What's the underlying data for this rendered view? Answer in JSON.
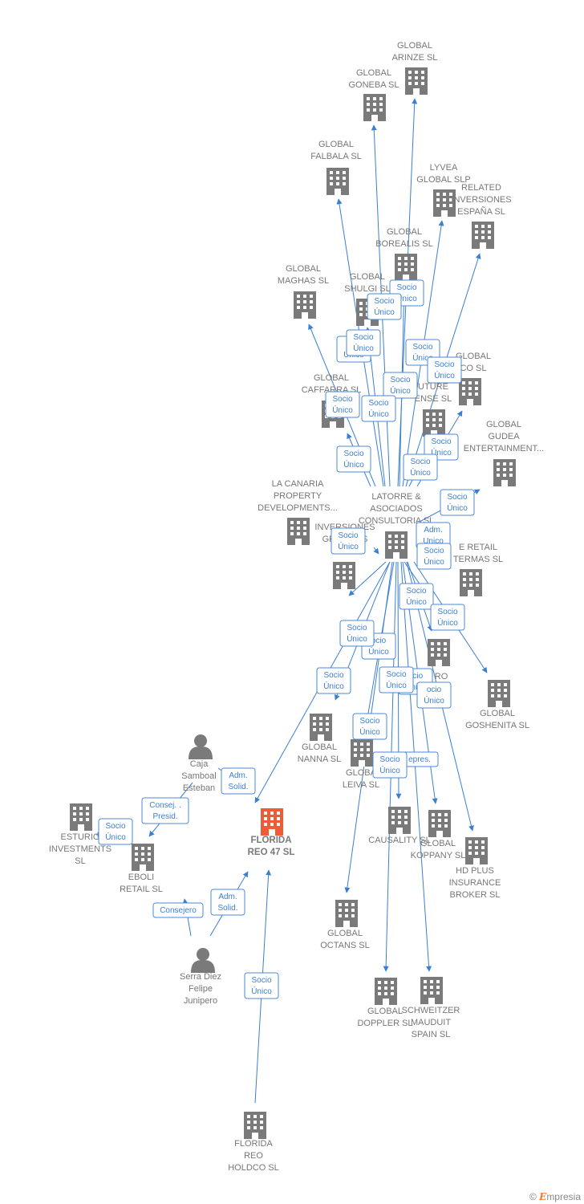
{
  "colors": {
    "edge": "#3b7fd1",
    "building": "#7a7a7a",
    "focus": "#ef5b35",
    "person": "#7a7a7a"
  },
  "focus_node": "florida",
  "nodes": [
    {
      "id": "arinze",
      "kind": "building",
      "lines": [
        "GLOBAL",
        "ARINZE  SL"
      ]
    },
    {
      "id": "goneba",
      "kind": "building",
      "lines": [
        "GLOBAL",
        "GONEBA  SL"
      ]
    },
    {
      "id": "falbala",
      "kind": "building",
      "lines": [
        "GLOBAL",
        "FALBALA  SL"
      ]
    },
    {
      "id": "lyvea",
      "kind": "building",
      "lines": [
        "LYVEA",
        "GLOBAL  SLP"
      ]
    },
    {
      "id": "related",
      "kind": "building",
      "lines": [
        "RELATED",
        "INVERSIONES",
        "ESPAÑA  SL"
      ]
    },
    {
      "id": "borealis",
      "kind": "building",
      "lines": [
        "GLOBAL",
        "BOREALIS  SL"
      ]
    },
    {
      "id": "maghas",
      "kind": "building",
      "lines": [
        "GLOBAL",
        "MAGHAS  SL"
      ]
    },
    {
      "id": "shulgi",
      "kind": "building",
      "lines": [
        "GLOBAL",
        "SHULGI  SL"
      ]
    },
    {
      "id": "global_co",
      "kind": "building",
      "lines": [
        "GLOBAL",
        "CO  SL"
      ]
    },
    {
      "id": "caffarra",
      "kind": "building",
      "lines": [
        "GLOBAL",
        "CAFFARRA  SL"
      ]
    },
    {
      "id": "future",
      "kind": "building",
      "lines": [
        "UTURE",
        "ENSE  SL"
      ]
    },
    {
      "id": "gudea",
      "kind": "building",
      "lines": [
        "GLOBAL",
        "GUDEA",
        "ENTERTAINMENT..."
      ]
    },
    {
      "id": "canaria",
      "kind": "building",
      "lines": [
        "LA CANARIA",
        "PROPERTY",
        "DEVELOPMENTS..."
      ]
    },
    {
      "id": "latorre",
      "kind": "building",
      "lines": [
        "LATORRE &",
        "ASOCIADOS",
        "CONSULTORIA SL"
      ]
    },
    {
      "id": "inversiones",
      "kind": "building",
      "lines": [
        "INVERSIONES",
        "GROI     RIAS",
        "AL"
      ]
    },
    {
      "id": "retail_termas",
      "kind": "building",
      "lines": [
        "E RETAIL",
        "TERMAS  SL"
      ]
    },
    {
      "id": "ro_fi",
      "kind": "building",
      "lines": [
        "RO",
        "ES",
        "FI"
      ]
    },
    {
      "id": "goshenita",
      "kind": "building",
      "lines": [
        "GLOBAL",
        "GOSHENITA SL"
      ]
    },
    {
      "id": "nanna",
      "kind": "building",
      "lines": [
        "GLOBAL",
        "NANNA  SL"
      ]
    },
    {
      "id": "leiva",
      "kind": "building",
      "lines": [
        "GLOBA",
        "LEIVA  SL"
      ]
    },
    {
      "id": "caja",
      "kind": "person",
      "lines": [
        "Caja",
        "Samboal",
        "Esteban"
      ]
    },
    {
      "id": "esturio",
      "kind": "building",
      "lines": [
        "ESTURIO",
        "INVESTMENTS",
        "SL"
      ]
    },
    {
      "id": "eboli",
      "kind": "building",
      "lines": [
        "EBOLI",
        "RETAIL  SL"
      ]
    },
    {
      "id": "florida",
      "kind": "building",
      "lines": [
        "FLORIDA",
        "REO 47  SL"
      ]
    },
    {
      "id": "causality",
      "kind": "building",
      "lines": [
        "CAUSALITY  SL"
      ]
    },
    {
      "id": "koppany",
      "kind": "building",
      "lines": [
        "GLOBAL",
        "KOPPANY  SL"
      ]
    },
    {
      "id": "hdplus",
      "kind": "building",
      "lines": [
        "HD PLUS",
        "INSURANCE",
        "BROKER  SL"
      ]
    },
    {
      "id": "octans",
      "kind": "building",
      "lines": [
        "GLOBAL",
        "OCTANS  SL"
      ]
    },
    {
      "id": "serra",
      "kind": "person",
      "lines": [
        "Serra Diez",
        "Felipe",
        "Junipero"
      ]
    },
    {
      "id": "doppler",
      "kind": "building",
      "lines": [
        "GLOBAL",
        "DOPPLER  SL"
      ]
    },
    {
      "id": "schweitzer",
      "kind": "building",
      "lines": [
        "SCHWEITZER",
        "MAUDUIT",
        "SPAIN SL"
      ]
    },
    {
      "id": "holdco",
      "kind": "building",
      "lines": [
        "FLORIDA",
        "REO",
        "HOLDCO  SL"
      ]
    }
  ],
  "edges": [
    {
      "from": "latorre",
      "to": "arinze"
    },
    {
      "from": "latorre",
      "to": "goneba"
    },
    {
      "from": "latorre",
      "to": "falbala"
    },
    {
      "from": "latorre",
      "to": "lyvea"
    },
    {
      "from": "latorre",
      "to": "related"
    },
    {
      "from": "latorre",
      "to": "borealis"
    },
    {
      "from": "latorre",
      "to": "maghas"
    },
    {
      "from": "latorre",
      "to": "shulgi"
    },
    {
      "from": "latorre",
      "to": "global_co"
    },
    {
      "from": "latorre",
      "to": "caffarra"
    },
    {
      "from": "latorre",
      "to": "future"
    },
    {
      "from": "latorre",
      "to": "gudea"
    },
    {
      "from": "latorre",
      "to": "canaria"
    },
    {
      "from": "latorre",
      "to": "inversiones"
    },
    {
      "from": "latorre",
      "to": "retail_termas"
    },
    {
      "from": "latorre",
      "to": "ro_fi"
    },
    {
      "from": "latorre",
      "to": "goshenita"
    },
    {
      "from": "latorre",
      "to": "nanna"
    },
    {
      "from": "latorre",
      "to": "leiva"
    },
    {
      "from": "latorre",
      "to": "florida"
    },
    {
      "from": "latorre",
      "to": "causality"
    },
    {
      "from": "latorre",
      "to": "koppany"
    },
    {
      "from": "latorre",
      "to": "hdplus"
    },
    {
      "from": "latorre",
      "to": "octans"
    },
    {
      "from": "latorre",
      "to": "doppler"
    },
    {
      "from": "latorre",
      "to": "schweitzer"
    },
    {
      "from": "caja",
      "to": "florida"
    },
    {
      "from": "caja",
      "to": "eboli"
    },
    {
      "from": "esturio",
      "to": "eboli"
    },
    {
      "from": "serra",
      "to": "florida"
    },
    {
      "from": "serra",
      "to": "eboli"
    },
    {
      "from": "holdco",
      "to": "florida"
    }
  ],
  "badges": [
    {
      "lines": [
        "Socio",
        "Único"
      ]
    },
    {
      "lines": [
        "Socio",
        "Único"
      ]
    },
    {
      "lines": [
        "S",
        "Único"
      ]
    },
    {
      "lines": [
        "Socio",
        "Único"
      ]
    },
    {
      "lines": [
        "Socio",
        "Único"
      ]
    },
    {
      "lines": [
        "Socio",
        "Único"
      ]
    },
    {
      "lines": [
        "Socio",
        "Único"
      ]
    },
    {
      "lines": [
        "Socio",
        "Único"
      ]
    },
    {
      "lines": [
        "Socio",
        "Único"
      ]
    },
    {
      "lines": [
        "Socio",
        "Único"
      ]
    },
    {
      "lines": [
        "Socio",
        "Único"
      ]
    },
    {
      "lines": [
        "Socio",
        "Único"
      ]
    },
    {
      "lines": [
        "Socio",
        "Único"
      ]
    },
    {
      "lines": [
        "Adm.",
        "Unico"
      ]
    },
    {
      "lines": [
        "Socio",
        "Único"
      ]
    },
    {
      "lines": [
        "Socio",
        "Único"
      ]
    },
    {
      "lines": [
        "Socio",
        "Único"
      ]
    },
    {
      "lines": [
        "Socio",
        "Único"
      ]
    },
    {
      "lines": [
        "ocio",
        "Único"
      ]
    },
    {
      "lines": [
        "Socio",
        "Único"
      ]
    },
    {
      "lines": [
        "Socio",
        "Único"
      ]
    },
    {
      "lines": [
        "ocio",
        "Único"
      ]
    },
    {
      "lines": [
        "ocio",
        "Único"
      ]
    },
    {
      "lines": [
        "Socio",
        "Único"
      ]
    },
    {
      "lines": [
        "epres."
      ]
    },
    {
      "lines": [
        "Socio",
        "Único"
      ]
    },
    {
      "lines": [
        "Adm.",
        "Solid."
      ]
    },
    {
      "lines": [
        "Consej. .",
        "Presid."
      ]
    },
    {
      "lines": [
        "Socio",
        "Único"
      ]
    },
    {
      "lines": [
        "Adm.",
        "Solid."
      ]
    },
    {
      "lines": [
        "Consejero"
      ]
    },
    {
      "lines": [
        "Socio",
        "Único"
      ]
    }
  ],
  "brand": {
    "copyright": "©",
    "initial": "E",
    "rest": "mpresia"
  }
}
